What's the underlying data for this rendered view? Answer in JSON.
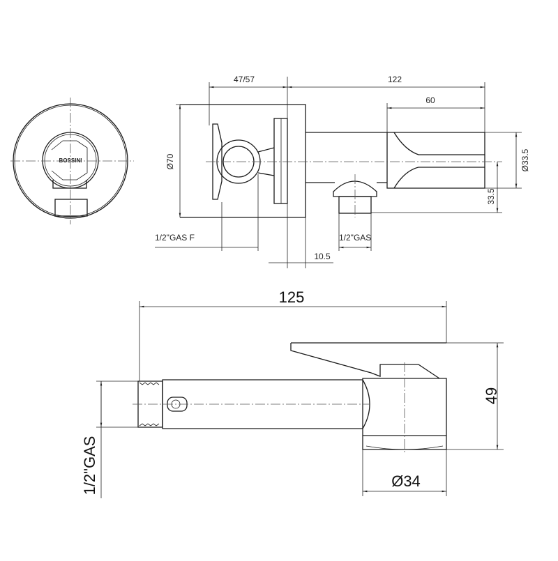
{
  "drawing": {
    "brand_logo": "BOSSINI",
    "top_view_dimensions": {
      "flange_diameter": "Ø70",
      "handle_depth": "47/57",
      "total_length": "122",
      "holder_length": "60",
      "holder_diameter": "Ø33.5",
      "outlet_offset": "33.5",
      "flange_thickness": "10.5",
      "inlet_thread": "1/2\"GAS F",
      "outlet_thread": "1/2\"GAS"
    },
    "shower_view_dimensions": {
      "length": "125",
      "height": "49",
      "head_diameter": "Ø34",
      "thread": "1/2\"GAS"
    }
  }
}
